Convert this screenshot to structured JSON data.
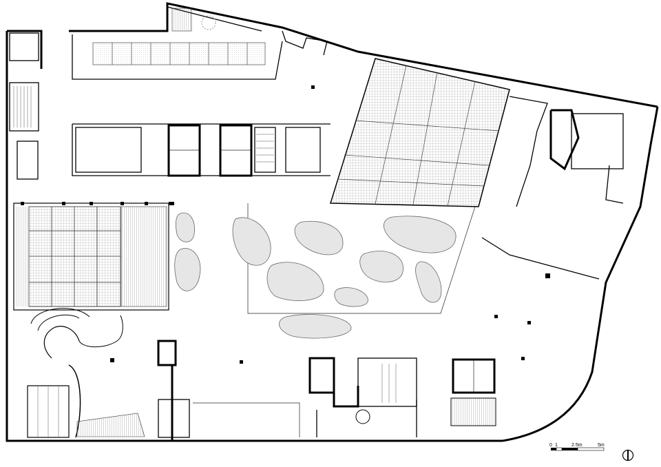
{
  "scale_bar": {
    "labels": [
      "0",
      "1",
      "2.5m",
      "5m"
    ]
  },
  "north_arrow": {
    "icon": "north-arrow-icon"
  },
  "colors": {
    "ink": "#000000",
    "paper": "#ffffff",
    "landscape_fill": "#e6e6e6",
    "glazing_fill": "#d9d9d9"
  }
}
